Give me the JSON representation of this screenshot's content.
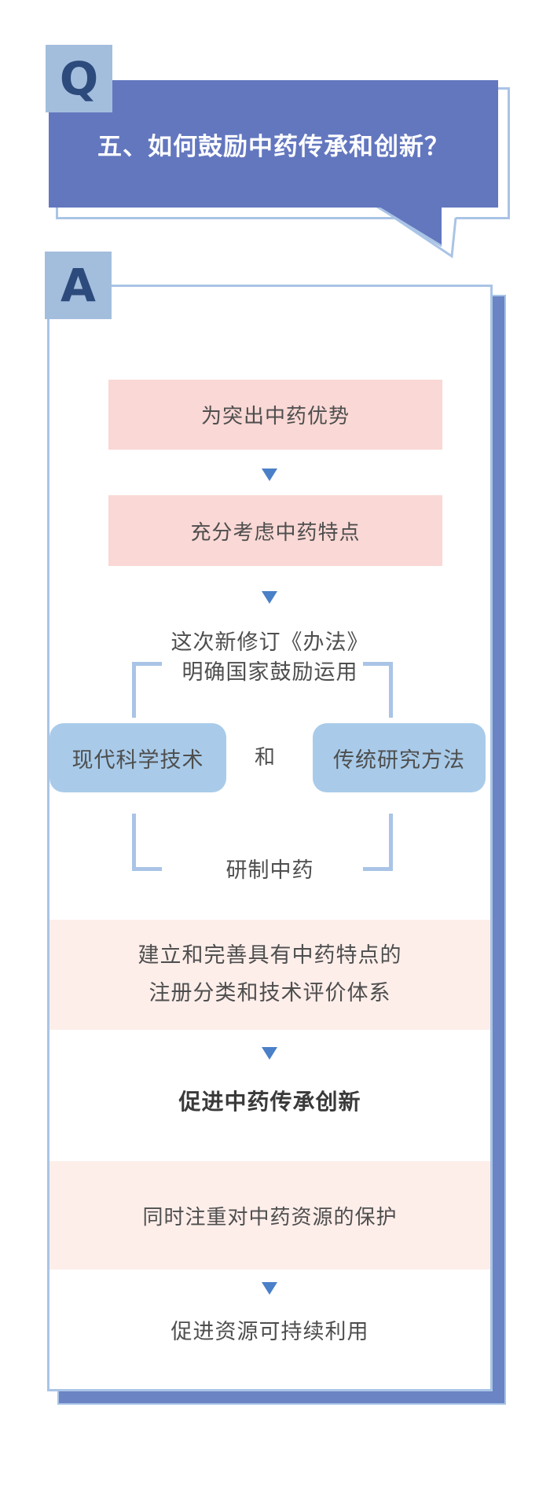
{
  "colors": {
    "bubble_blue": "#6377bf",
    "tag_blue": "#a3bedd",
    "letter_navy": "#2d4a7c",
    "outline_blue": "#a9c4e6",
    "shadow_blue": "#6b84c4",
    "pink_strong": "#f9d8d5",
    "pink_pale": "#fdeeea",
    "method_blue": "#a9cbe9",
    "arrow_blue": "#4a80c7",
    "text_dark": "#4e4e4e",
    "text_bold": "#3a3a3a"
  },
  "question": {
    "tag": "Q",
    "title": "五、如何鼓励中药传承和创新？"
  },
  "answer": {
    "tag": "A",
    "step1": "为突出中药优势",
    "step2": "充分考虑中药特点",
    "intro_line1": "这次新修订《办法》",
    "intro_line2": "明确国家鼓励运用",
    "method_left": "现代科学技术",
    "connector": "和",
    "method_right": "传统研究方法",
    "develop": "研制中药",
    "step3_line1": "建立和完善具有中药特点的",
    "step3_line2": "注册分类和技术评价体系",
    "result1": "促进中药传承创新",
    "step4": "同时注重对中药资源的保护",
    "result2": "促进资源可持续利用"
  }
}
